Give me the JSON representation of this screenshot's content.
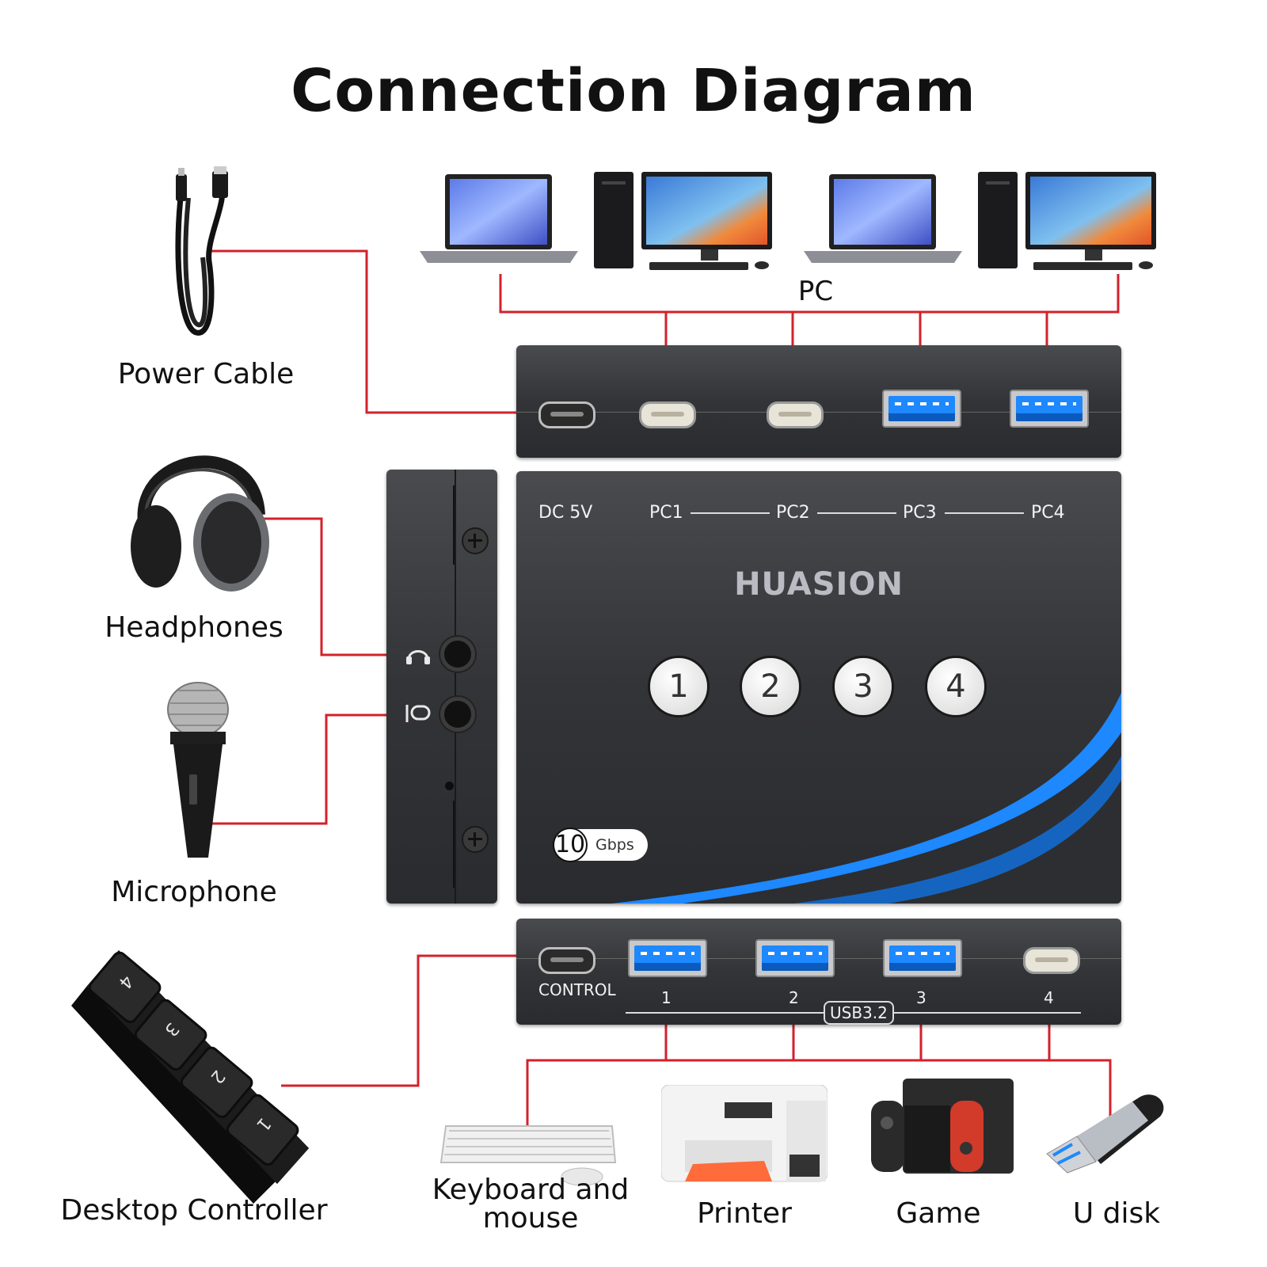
{
  "title": "Connection Diagram",
  "pc_label": "PC",
  "left_devices": [
    {
      "name": "Power Cable"
    },
    {
      "name": "Headphones"
    },
    {
      "name": "Microphone"
    },
    {
      "name": "Desktop Controller"
    }
  ],
  "bottom_devices": [
    {
      "name": "Keyboard and\nmouse"
    },
    {
      "name": "Printer"
    },
    {
      "name": "Game"
    },
    {
      "name": "U disk"
    }
  ],
  "front_panel": {
    "dc": "DC 5V",
    "pcs": [
      "PC1",
      "PC2",
      "PC3",
      "PC4"
    ],
    "brand": "HUASION",
    "buttons": [
      "1",
      "2",
      "3",
      "4"
    ],
    "speed_num": "10",
    "speed_unit": "Gbps"
  },
  "bottom_panel": {
    "control": "CONTROL",
    "ports": [
      "1",
      "2",
      "3",
      "4"
    ],
    "usb": "USB3.2"
  },
  "desktop_controller_keys": [
    "1",
    "2",
    "3",
    "4"
  ],
  "colors": {
    "wire": "#d3212b",
    "accent": "#1e88ff",
    "panel": "#333437"
  }
}
